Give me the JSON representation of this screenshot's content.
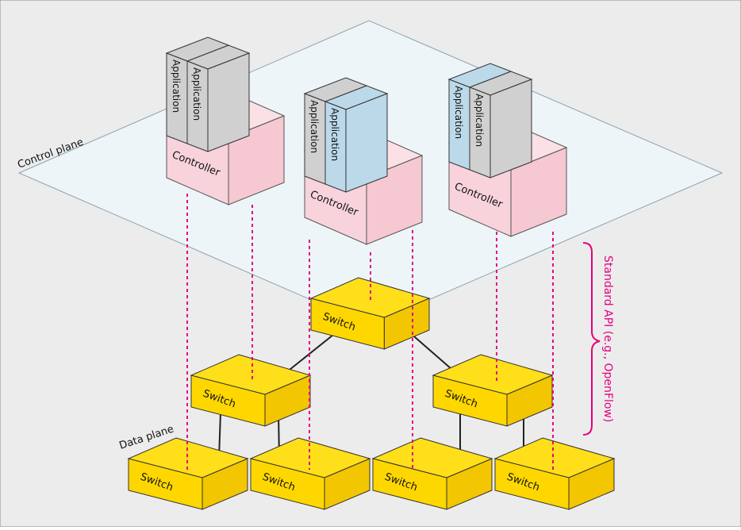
{
  "labels": {
    "control_plane": "Control plane",
    "data_plane": "Data plane",
    "api": "Standard API (e.g., OpenFlow)"
  },
  "stacks": [
    {
      "controller": "Controller",
      "apps": [
        "Application",
        "Application"
      ],
      "app_colors": [
        "#d0d0d0",
        "#d0d0d0"
      ]
    },
    {
      "controller": "Controller",
      "apps": [
        "Application",
        "Application"
      ],
      "app_colors": [
        "#d0d0d0",
        "#bcd9ea"
      ]
    },
    {
      "controller": "Controller",
      "apps": [
        "Application",
        "Application"
      ],
      "app_colors": [
        "#bcd9ea",
        "#d0d0d0"
      ]
    }
  ],
  "switches": [
    "Switch",
    "Switch",
    "Switch",
    "Switch",
    "Switch",
    "Switch",
    "Switch"
  ],
  "colors": {
    "background": "#ececec",
    "control_plane_fill": "#eef5f8",
    "switch_fill": "#ffd700",
    "controller_fill": "#f8d3db",
    "link_dashed": "#e6007e",
    "brace": "#e6007e"
  }
}
